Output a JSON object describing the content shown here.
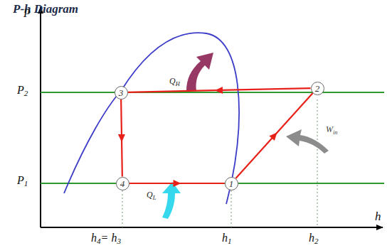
{
  "diagram": {
    "nodes": [
      {
        "text": [
          "3"
        ]
      },
      {
        "text": [
          "2"
        ]
      },
      {
        "text": [
          "4"
        ]
      },
      {
        "text": [
          "1"
        ]
      }
    ],
    "edges": [
      {
        "from": 3,
        "to": 1,
        "arrow": "to"
      },
      {
        "from": 1,
        "to": 0,
        "arrow": "to"
      },
      {
        "from": 0,
        "to": 2,
        "arrow": "to"
      },
      {
        "from": 2,
        "to": 3,
        "arrow": "to"
      }
    ],
    "labels": [
      "P-h Diagram",
      "P",
      "h",
      "P2",
      "P1",
      "QH",
      "QL",
      "Win",
      "h4= h3",
      "h1",
      "h2"
    ]
  }
}
